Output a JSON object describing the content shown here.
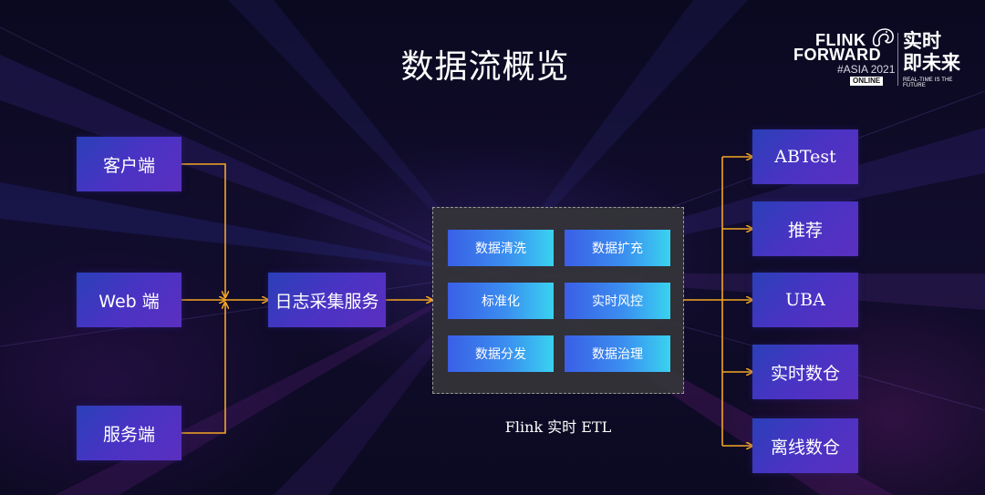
{
  "title": "数据流概览",
  "logo": {
    "line1": "FLINK",
    "line2": "FORWARD",
    "line3": "#ASIA 2021",
    "badge": "ONLINE",
    "slogan1": "实时",
    "slogan2": "即未来",
    "slogan_en": "REAL-TIME IS THE FUTURE"
  },
  "sources": [
    "客户端",
    "Web 端",
    "服务端"
  ],
  "collector": "日志采集服务",
  "etl": {
    "tasks": [
      "数据清洗",
      "数据扩充",
      "标准化",
      "实时风控",
      "数据分发",
      "数据治理"
    ],
    "label": "Flink 实时 ETL"
  },
  "outputs": [
    "ABTest",
    "推荐",
    "UBA",
    "实时数仓",
    "离线数仓"
  ],
  "colors": {
    "arrow": "#f5a623",
    "node_start": "#2a40b8",
    "node_end": "#5b2fbf",
    "task_start": "#3a5fe6",
    "task_end": "#39d2f0"
  }
}
